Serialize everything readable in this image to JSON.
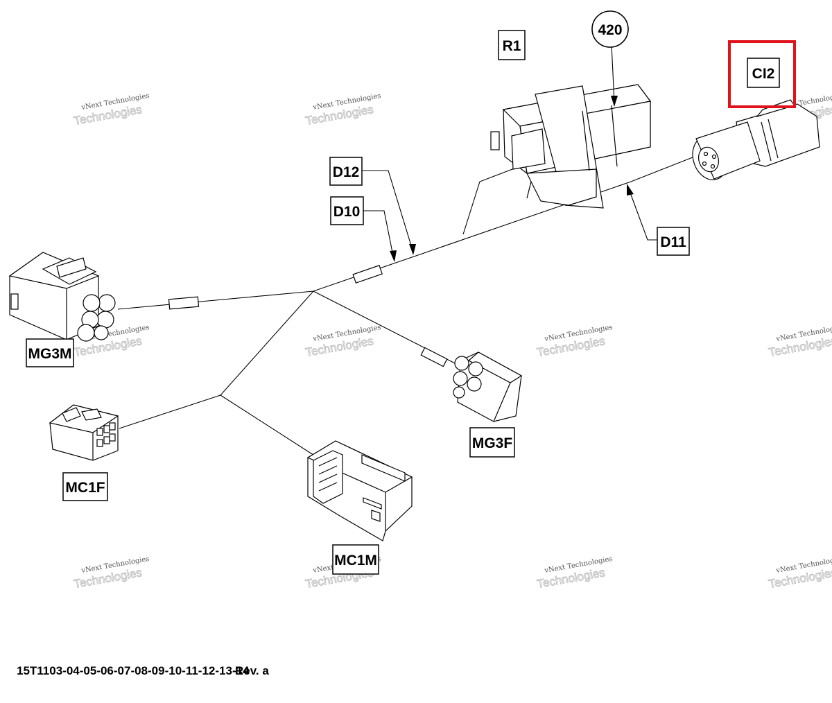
{
  "labels": {
    "r1": "R1",
    "ci2": "CI2",
    "d12": "D12",
    "d10": "D10",
    "d11": "D11",
    "mg3m": "MG3M",
    "mg3f": "MG3F",
    "mc1f": "MC1F",
    "mc1m": "MC1M",
    "item_420": "420"
  },
  "watermark": {
    "line1": "vNext Technologies",
    "line2": "Technologies"
  },
  "reference": {
    "part_number": "15T1103-04-05-06-07-08-09-10-11-12-13-14",
    "revision": "Rev. a"
  },
  "highlight_color": "#e0131b"
}
